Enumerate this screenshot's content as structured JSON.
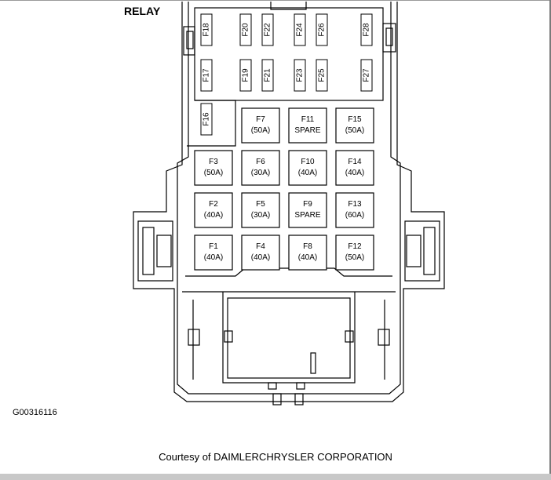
{
  "relay_label": "RELAY",
  "figure_id": "G00316116",
  "courtesy": "Courtesy of DAIMLERCHRYSLER CORPORATION",
  "small_fuses": [
    {
      "id": "F18"
    },
    {
      "id": "F20"
    },
    {
      "id": "F22"
    },
    {
      "id": "F24"
    },
    {
      "id": "F26"
    },
    {
      "id": "F28"
    },
    {
      "id": "F17"
    },
    {
      "id": "F19"
    },
    {
      "id": "F21"
    },
    {
      "id": "F23"
    },
    {
      "id": "F25"
    },
    {
      "id": "F27"
    },
    {
      "id": "F16"
    }
  ],
  "large_fuses": [
    {
      "id": "F7",
      "rating": "(50A)"
    },
    {
      "id": "F11",
      "rating": "SPARE"
    },
    {
      "id": "F15",
      "rating": "(50A)"
    },
    {
      "id": "F3",
      "rating": "(50A)"
    },
    {
      "id": "F6",
      "rating": "(30A)"
    },
    {
      "id": "F10",
      "rating": "(40A)"
    },
    {
      "id": "F14",
      "rating": "(40A)"
    },
    {
      "id": "F2",
      "rating": "(40A)"
    },
    {
      "id": "F5",
      "rating": "(30A)"
    },
    {
      "id": "F9",
      "rating": "SPARE"
    },
    {
      "id": "F13",
      "rating": "(60A)"
    },
    {
      "id": "F1",
      "rating": "(40A)"
    },
    {
      "id": "F4",
      "rating": "(40A)"
    },
    {
      "id": "F8",
      "rating": "(40A)"
    },
    {
      "id": "F12",
      "rating": "(50A)"
    }
  ]
}
